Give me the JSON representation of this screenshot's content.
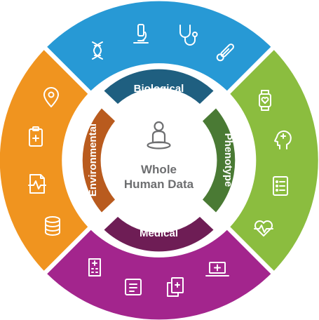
{
  "center": {
    "line1": "Whole",
    "line2": "Human Data",
    "icon": "person-pin-icon"
  },
  "segments": [
    {
      "key": "biological",
      "label": "Biological",
      "color": "#2799d5",
      "band": "#1f5f80",
      "icons": [
        "dna-icon",
        "microscope-icon",
        "stethoscope-icon",
        "thermometer-icon"
      ]
    },
    {
      "key": "phenotype",
      "label": "Phenotype",
      "color": "#8bbd3f",
      "band": "#4a7a34",
      "icons": [
        "smartwatch-icon",
        "head-health-icon",
        "checklist-icon",
        "heart-rate-icon"
      ]
    },
    {
      "key": "medical",
      "label": "Medical",
      "color": "#a3258d",
      "band": "#6e1d55",
      "icons": [
        "hospital-icon",
        "document-icon",
        "medical-records-icon",
        "laptop-medical-icon"
      ]
    },
    {
      "key": "environmental",
      "label": "Environmental",
      "color": "#f0941f",
      "band": "#b95b1e",
      "icons": [
        "location-pin-icon",
        "clipboard-medical-icon",
        "ecg-file-icon",
        "database-icon"
      ]
    }
  ]
}
